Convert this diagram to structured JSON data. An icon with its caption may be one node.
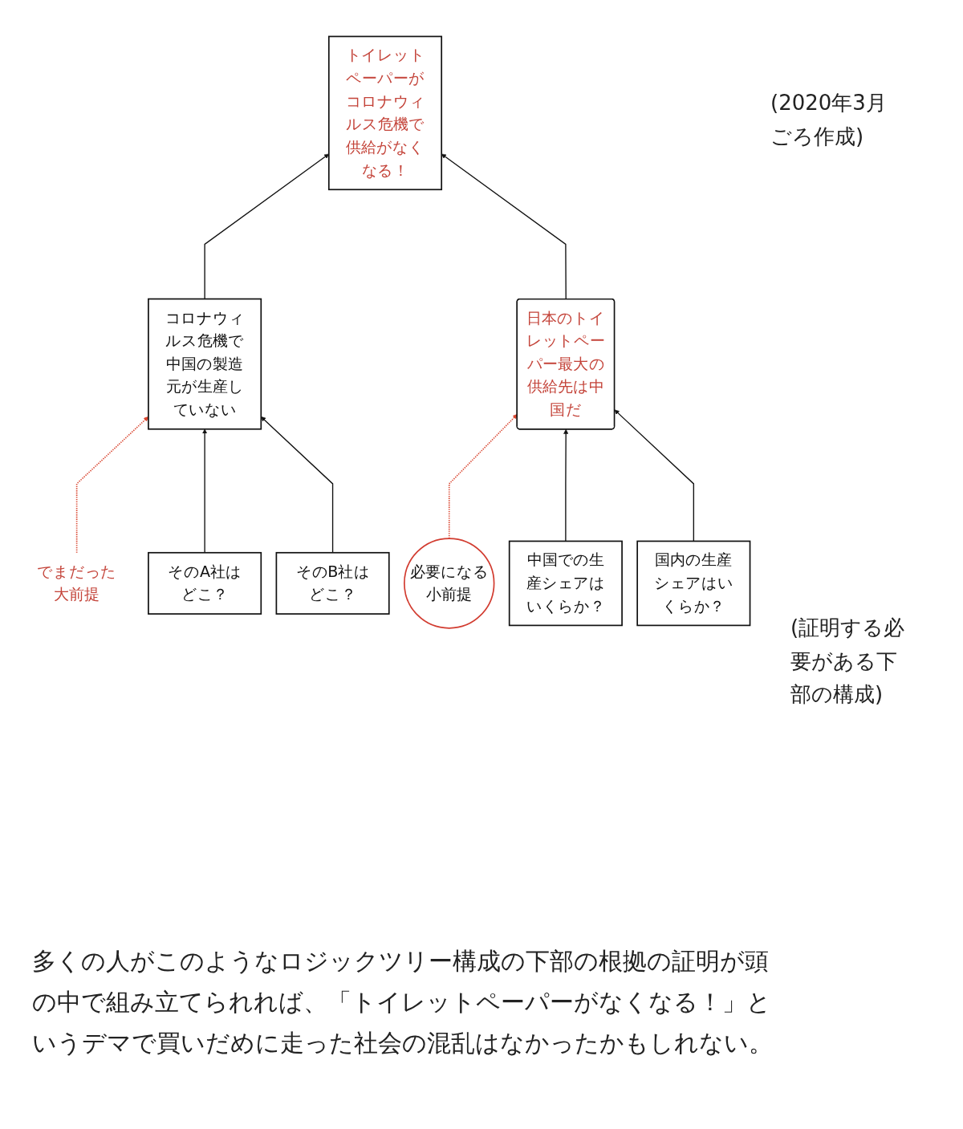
{
  "diagram": {
    "caption": "多くの人がこのようなロジックツリー構成の下部の根拠の証明が頭の中で組み立てられれば、「トイレットペーパーがなくなる！」というデマで買いだめに走った社会の混乱はなかったかもしれない。",
    "nodes": [
      {
        "text": [
          "トイレットペーパーがコロナウィルス危機で供給がなくなる！"
        ]
      },
      {
        "text": [
          "でまだった大前提"
        ]
      },
      {
        "text": [
          "コロナウィルス危機で中国の製造元が生産していない"
        ]
      },
      {
        "text": [
          "日本のトイレットペーパー最大の供給先は中国だ"
        ]
      },
      {
        "text": [
          "必要になる小前提"
        ]
      },
      {
        "text": [
          "そのA社はどこ？"
        ]
      },
      {
        "text": [
          "そのB社はどこ？"
        ]
      },
      {
        "text": [
          "中国での生産シェアはいくらか？"
        ]
      },
      {
        "text": [
          "国内の生産シェアはいくらか？"
        ]
      }
    ],
    "edges": [
      {
        "from": 2,
        "to": 0,
        "arrow": "to"
      },
      {
        "from": 3,
        "to": 0,
        "arrow": "to"
      },
      {
        "from": 1,
        "to": 2,
        "arrow": "to",
        "style": "dashed",
        "color": "#d9452f"
      },
      {
        "from": 4,
        "to": 3,
        "arrow": "to",
        "style": "dashed",
        "color": "#d9452f"
      },
      {
        "from": 5,
        "to": 2,
        "arrow": "to"
      },
      {
        "from": 6,
        "to": 2,
        "arrow": "to"
      },
      {
        "from": 7,
        "to": 3,
        "arrow": "to"
      },
      {
        "from": 8,
        "to": 3,
        "arrow": "to"
      }
    ],
    "labels": [
      "(2020年3月ごろ作成)",
      "(証明する必要がある下部の構成)"
    ]
  }
}
